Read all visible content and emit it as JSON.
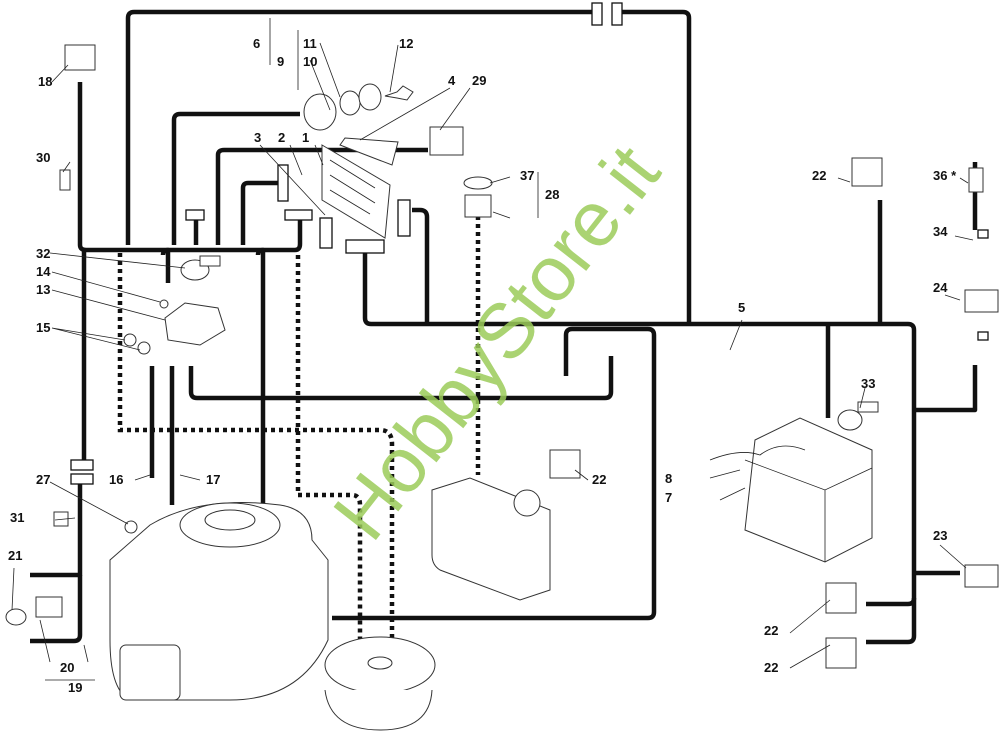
{
  "diagram": {
    "title": "Electrical wiring diagram",
    "watermark": "HobbyStore.it",
    "labels": {
      "l1": "1",
      "l2": "2",
      "l3": "3",
      "l4": "4",
      "l5": "5",
      "l6": "6",
      "l7": "7",
      "l8": "8",
      "l9": "9",
      "l10": "10",
      "l11": "11",
      "l12": "12",
      "l13": "13",
      "l14": "14",
      "l15": "15",
      "l16": "16",
      "l17": "17",
      "l18": "18",
      "l19": "19",
      "l20": "20",
      "l21": "21",
      "l22a": "22",
      "l22b": "22",
      "l22c": "22",
      "l22d": "22",
      "l23": "23",
      "l24": "24",
      "l27": "27",
      "l28": "28",
      "l29": "29",
      "l30": "30",
      "l31": "31",
      "l32": "32",
      "l33": "33",
      "l34": "34",
      "l36": "36 *",
      "l37": "37"
    },
    "components": [
      "circuit-board",
      "ignition-switch",
      "key",
      "solenoid",
      "battery",
      "fuel-tank",
      "engine",
      "electric-clutch",
      "bulb",
      "bulb-holder",
      "relays",
      "micro-switches",
      "fuse",
      "pushbutton",
      "sensor"
    ],
    "colors": {
      "wire": "#111111",
      "watermark": "#9ccc5a"
    }
  }
}
